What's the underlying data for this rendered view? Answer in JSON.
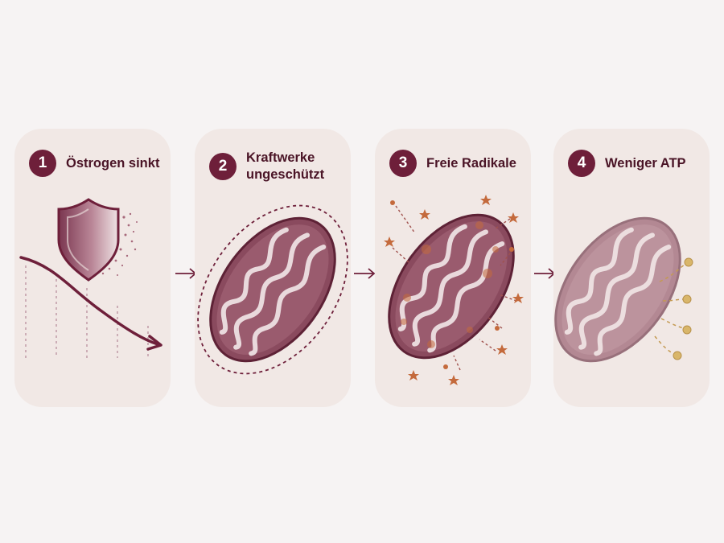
{
  "steps": [
    {
      "number": "1",
      "title": "Östrogen sinkt"
    },
    {
      "number": "2",
      "title": "Kraftwerke\nungeschützt"
    },
    {
      "number": "3",
      "title": "Freie Radikale"
    },
    {
      "number": "4",
      "title": "Weniger ATP"
    }
  ],
  "colors": {
    "panel": "#f1e8e5",
    "badge": "#6e1f3a",
    "mitochondrion": "#8a4a5e",
    "radical": "#c46a3c",
    "atp": "#d9b66a"
  }
}
